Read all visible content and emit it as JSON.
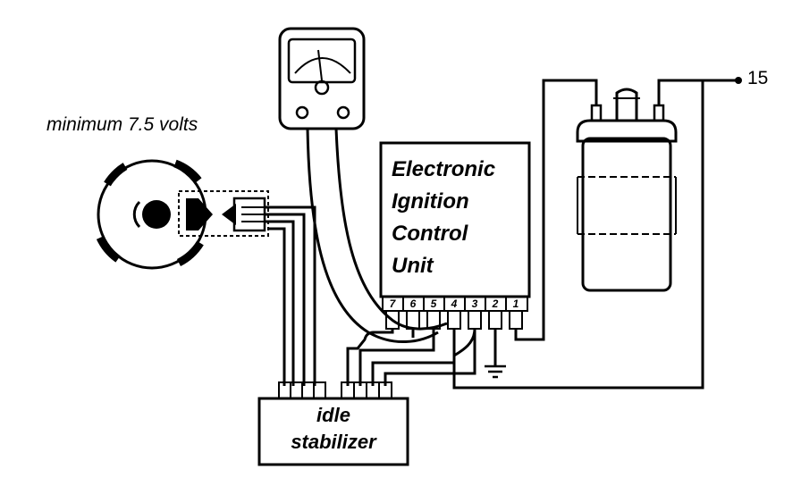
{
  "voltage_label": "minimum 7.5 volts",
  "terminal_label": "15",
  "control_unit": {
    "lines": [
      "Electronic",
      "Ignition",
      "Control",
      "Unit"
    ],
    "pins": [
      "7",
      "6",
      "5",
      "4",
      "3",
      "2",
      "1"
    ]
  },
  "stabilizer": {
    "lines": [
      "idle",
      "stabilizer"
    ]
  }
}
